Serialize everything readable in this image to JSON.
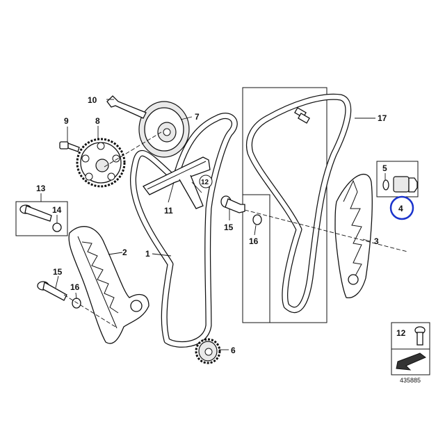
{
  "labels": {
    "p1": "1",
    "p2": "2",
    "p3": "3",
    "p4": "4",
    "p5": "5",
    "p6": "6",
    "p7": "7",
    "p8": "8",
    "p9": "9",
    "p10": "10",
    "p11": "11",
    "p12_circle": "12",
    "p12_box": "12",
    "p13": "13",
    "p14": "14",
    "p15_a": "15",
    "p15_b": "15",
    "p16_a": "16",
    "p16_b": "16",
    "p17": "17"
  },
  "catalog_number": "435885",
  "highlight": {
    "part": "4",
    "color": "#1a33cc"
  }
}
